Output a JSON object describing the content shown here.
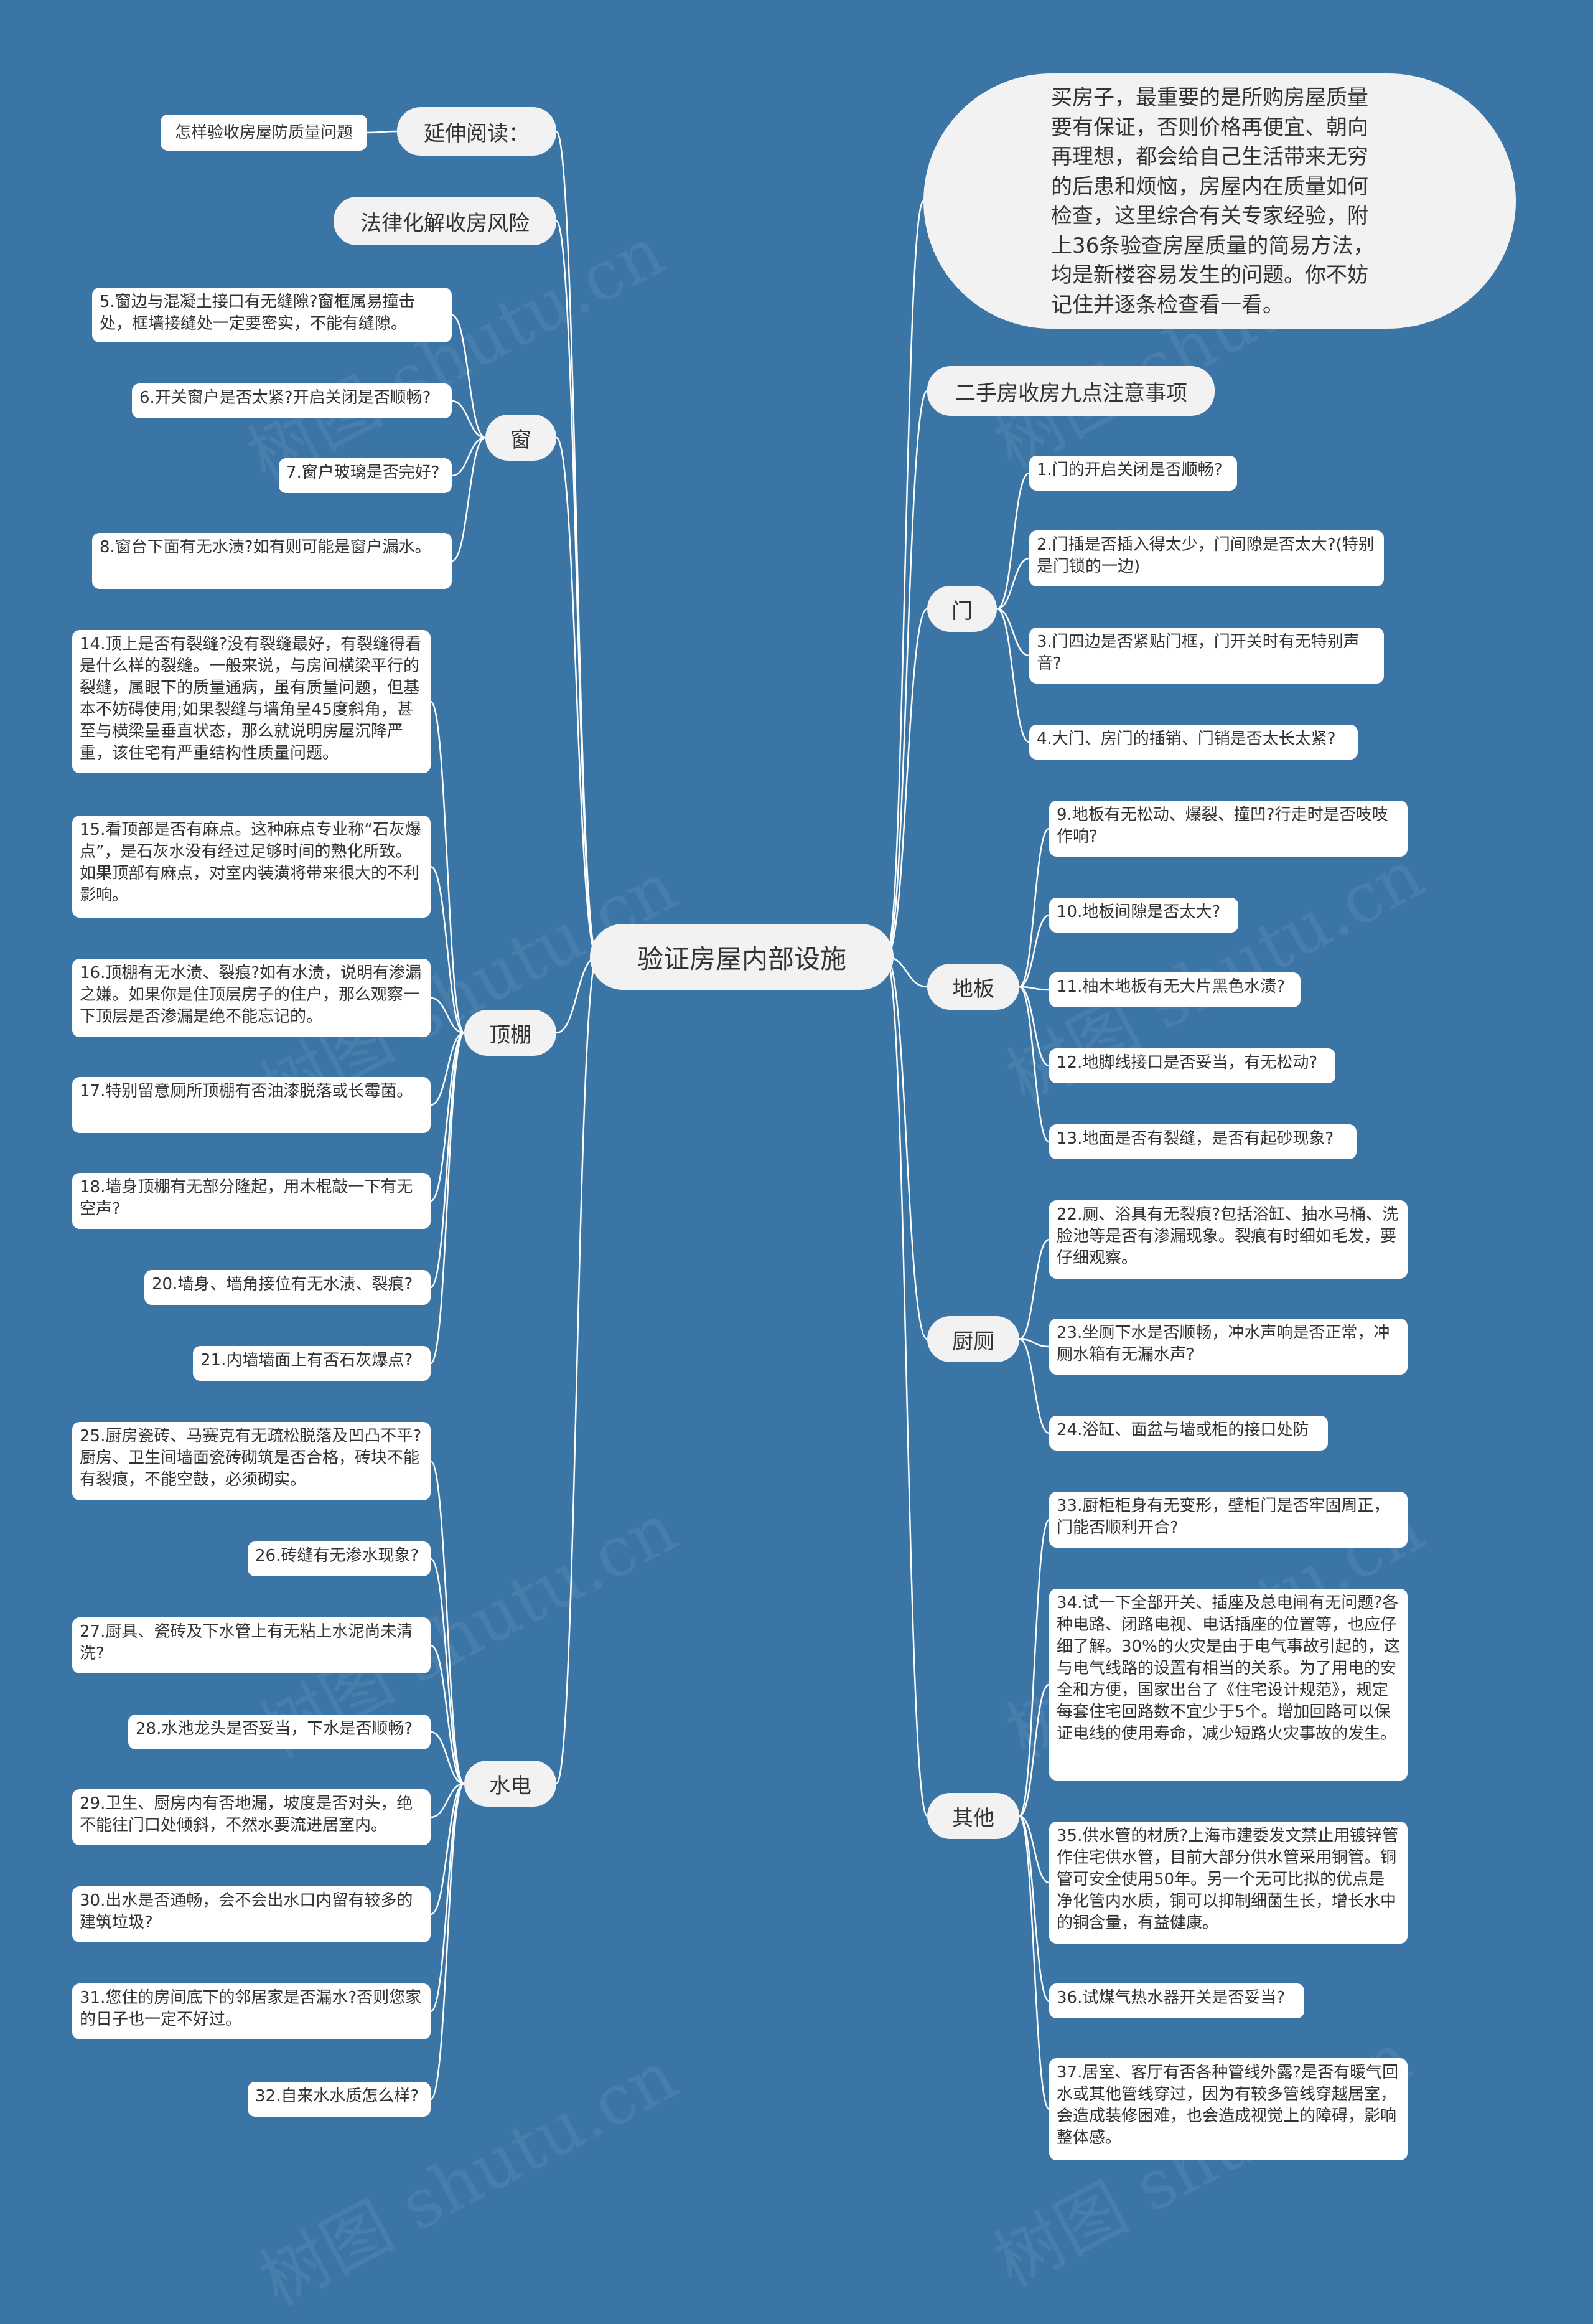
{
  "root": "验证房屋内部设施",
  "intro": "买房子，最重要的是所购房屋质量要有保证，否则价格再便宜、朝向再理想，都会给自己生活带来无穷的后患和烦恼，房屋内在质量如何检查，这里综合有关专家经验，附上36条验查房屋质量的简易方法，均是新楼容易发生的问题。你不妨记住并逐条检查看一看。",
  "extended": {
    "label": "延伸阅读：",
    "item": "怎样验收房屋防质量问题"
  },
  "legal": "法律化解收房风险",
  "second_hand": "二手房收房九点注意事项",
  "window": {
    "label": "窗",
    "items": [
      "5.窗边与混凝土接口有无缝隙?窗框属易撞击处，框墙接缝处一定要密实，不能有缝隙。",
      "6.开关窗户是否太紧?开启关闭是否顺畅?",
      "7.窗户玻璃是否完好?",
      "8.窗台下面有无水渍?如有则可能是窗户漏水。"
    ]
  },
  "ceiling": {
    "label": "顶棚",
    "items": [
      "14.顶上是否有裂缝?没有裂缝最好，有裂缝得看是什么样的裂缝。一般来说，与房间横梁平行的裂缝，属眼下的质量通病，虽有质量问题，但基本不妨碍使用;如果裂缝与墙角呈45度斜角，甚至与横梁呈垂直状态，那么就说明房屋沉降严重，该住宅有严重结构性质量问题。",
      "15.看顶部是否有麻点。这种麻点专业称“石灰爆点”，是石灰水没有经过足够时间的熟化所致。如果顶部有麻点，对室内装潢将带来很大的不利影响。",
      "16.顶棚有无水渍、裂痕?如有水渍，说明有渗漏之嫌。如果你是住顶层房子的住户，那么观察一下顶层是否渗漏是绝不能忘记的。",
      "17.特别留意厕所顶棚有否油漆脱落或长霉菌。",
      "18.墙身顶棚有无部分隆起，用木棍敲一下有无空声?",
      "20.墙身、墙角接位有无水渍、裂痕?",
      "21.内墙墙面上有否石灰爆点?"
    ]
  },
  "water": {
    "label": "水电",
    "items": [
      "25.厨房瓷砖、马赛克有无疏松脱落及凹凸不平?厨房、卫生间墙面瓷砖砌筑是否合格，砖块不能有裂痕，不能空鼓，必须砌实。",
      "26.砖缝有无渗水现象?",
      "27.厨具、瓷砖及下水管上有无粘上水泥尚未清洗?",
      "28.水池龙头是否妥当，下水是否顺畅?",
      "29.卫生、厨房内有否地漏，坡度是否对头，绝不能往门口处倾斜，不然水要流进居室内。",
      "30.出水是否通畅，会不会出水口内留有较多的建筑垃圾?",
      "31.您住的房间底下的邻居家是否漏水?否则您家的日子也一定不好过。",
      "32.自来水水质怎么样?"
    ]
  },
  "door": {
    "label": "门",
    "items": [
      "1.门的开启关闭是否顺畅?",
      "2.门插是否插入得太少，门间隙是否太大?(特别是门锁的一边)",
      "3.门四边是否紧贴门框，门开关时有无特别声音?",
      "4.大门、房门的插销、门销是否太长太紧?"
    ]
  },
  "floor": {
    "label": "地板",
    "items": [
      "9.地板有无松动、爆裂、撞凹?行走时是否吱吱作响?",
      "10.地板间隙是否太大?",
      "11.柚木地板有无大片黑色水渍?",
      "12.地脚线接口是否妥当，有无松动?",
      "13.地面是否有裂缝，是否有起砂现象?"
    ]
  },
  "bath": {
    "label": "厨厕",
    "items": [
      "22.厕、浴具有无裂痕?包括浴缸、抽水马桶、洗脸池等是否有渗漏现象。裂痕有时细如毛发，要仔细观察。",
      "23.坐厕下水是否顺畅，冲水声响是否正常，冲厕水箱有无漏水声?",
      "24.浴缸、面盆与墙或柜的接口处防"
    ]
  },
  "other": {
    "label": "其他",
    "items": [
      "33.厨柜柜身有无变形，壁柜门是否牢固周正，门能否顺利开合?",
      "34.试一下全部开关、插座及总电闸有无问题?各种电路、闭路电视、电话插座的位置等，也应仔细了解。30%的火灾是由于电气事故引起的，这与电气线路的设置有相当的关系。为了用电的安全和方便，国家出台了《住宅设计规范》，规定每套住宅回路数不宜少于5个。增加回路可以保证电线的使用寿命，减少短路火灾事故的发生。",
      "35.供水管的材质?上海市建委发文禁止用镀锌管作住宅供水管，目前大部分供水管采用铜管。铜管可安全使用50年。另一个无可比拟的优点是净化管内水质，铜可以抑制细菌生长，增长水中的铜含量，有益健康。",
      "36.试煤气热水器开关是否妥当?",
      "37.居室、客厅有否各种管线外露?是否有暖气回水或其他管线穿过，因为有较多管线穿越居室，会造成装修困难，也会造成视觉上的障碍，影响整体感。"
    ]
  },
  "watermark": "树图 shutu.cn"
}
